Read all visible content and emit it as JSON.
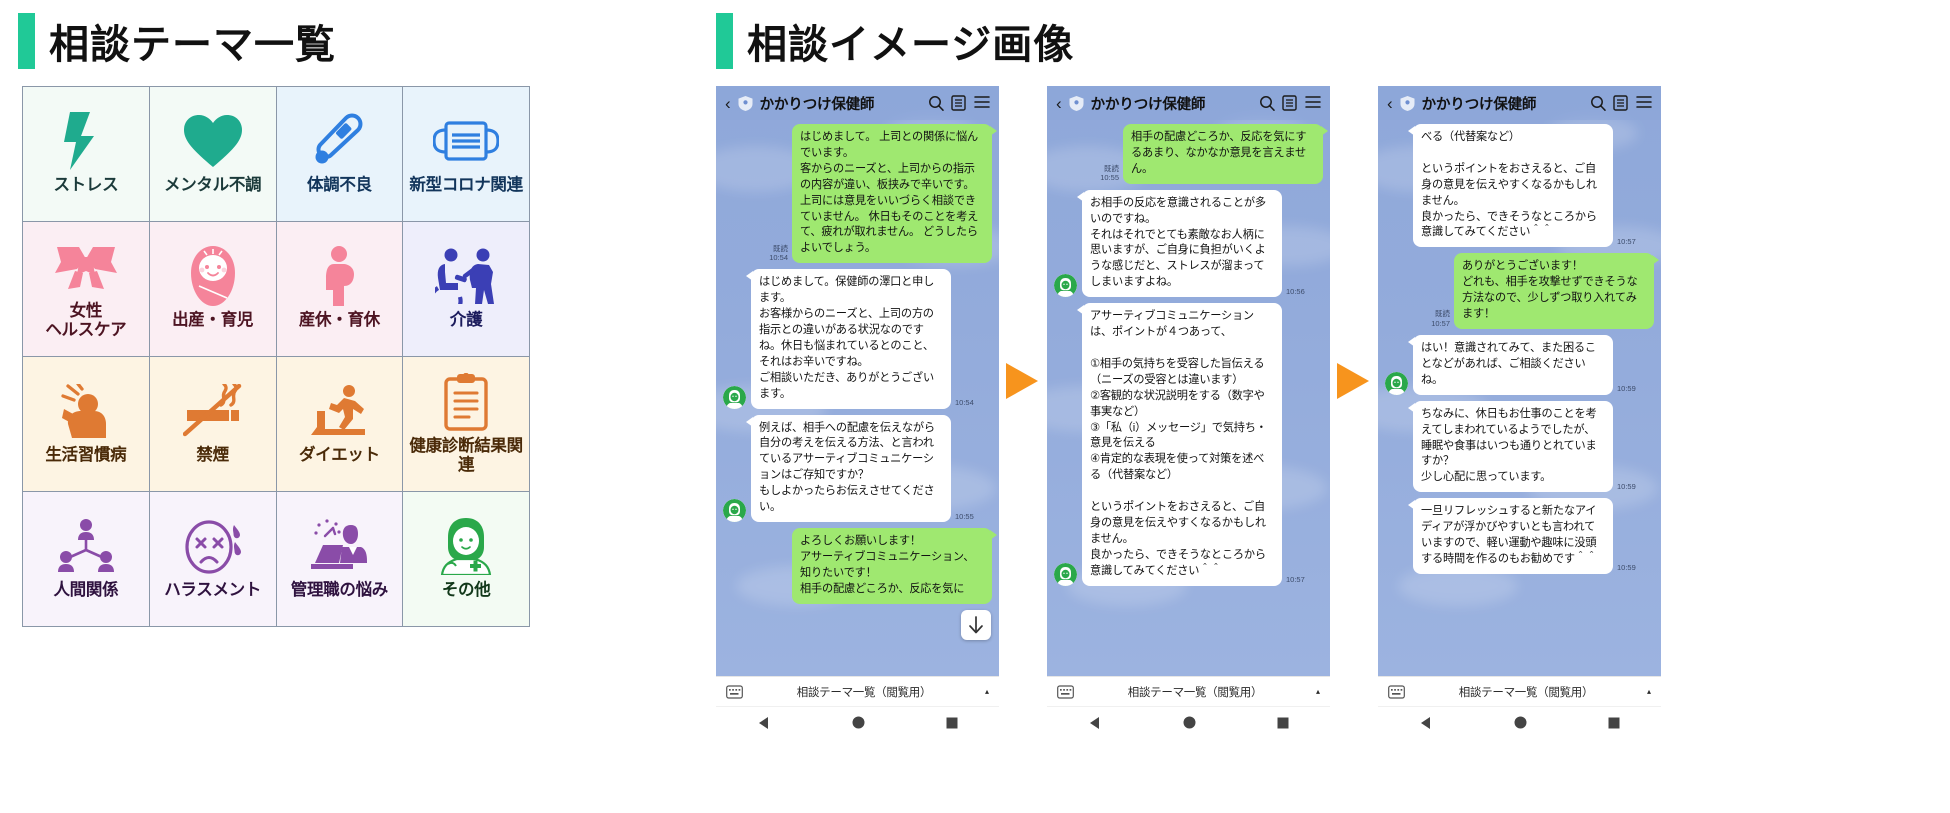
{
  "left": {
    "title": "相談テーマ一覧",
    "accent_color": "#20c997",
    "themes": [
      {
        "label": "ストレス",
        "icon": "lightning-bolt-icon",
        "color": "#1fab8e",
        "bg": "#f3faf6",
        "text_color": "#1b3a3a"
      },
      {
        "label": "メンタル不調",
        "icon": "heart-icon",
        "color": "#1fab8e",
        "bg": "#f3faf6",
        "text_color": "#1b3a3a"
      },
      {
        "label": "体調不良",
        "icon": "thermometer-icon",
        "color": "#2f7fe0",
        "bg": "#e8f3fb",
        "text_color": "#12355b"
      },
      {
        "label": "新型コロナ関連",
        "icon": "face-mask-icon",
        "color": "#2f7fe0",
        "bg": "#e8f3fb",
        "text_color": "#12355b"
      },
      {
        "label": "女性\nヘルスケア",
        "icon": "ribbon-icon",
        "color": "#f5849a",
        "bg": "#fbeef3",
        "text_color": "#4d1422"
      },
      {
        "label": "出産・育児",
        "icon": "baby-icon",
        "color": "#f5849a",
        "bg": "#fbeef3",
        "text_color": "#4d1422"
      },
      {
        "label": "産休・育休",
        "icon": "pregnant-person-icon",
        "color": "#f5849a",
        "bg": "#fbeef3",
        "text_color": "#4d1422"
      },
      {
        "label": "介護",
        "icon": "caregiving-wheelchair-icon",
        "color": "#3b3fb5",
        "bg": "#eeeefb",
        "text_color": "#1b1b5c"
      },
      {
        "label": "生活習慣病",
        "icon": "headache-person-icon",
        "color": "#df7a33",
        "bg": "#fdf4e3",
        "text_color": "#4a2a08"
      },
      {
        "label": "禁煙",
        "icon": "no-smoking-icon",
        "color": "#df7a33",
        "bg": "#fdf4e3",
        "text_color": "#4a2a08"
      },
      {
        "label": "ダイエット",
        "icon": "treadmill-icon",
        "color": "#df7a33",
        "bg": "#fdf4e3",
        "text_color": "#4a2a08"
      },
      {
        "label": "健康診断結果関連",
        "icon": "clipboard-icon",
        "color": "#df7a33",
        "bg": "#fdf4e3",
        "text_color": "#4a2a08"
      },
      {
        "label": "人間関係",
        "icon": "people-network-icon",
        "color": "#8a4ca8",
        "bg": "#f8f3fb",
        "text_color": "#2f123f"
      },
      {
        "label": "ハラスメント",
        "icon": "distressed-face-icon",
        "color": "#8a4ca8",
        "bg": "#f8f3fb",
        "text_color": "#2f123f"
      },
      {
        "label": "管理職の悩み",
        "icon": "manager-desk-icon",
        "color": "#8a4ca8",
        "bg": "#f8f3fb",
        "text_color": "#2f123f"
      },
      {
        "label": "その他",
        "icon": "nurse-icon",
        "color": "#2aa84a",
        "bg": "#f3fbf3",
        "text_color": "#12381a"
      }
    ]
  },
  "right": {
    "title": "相談イメージ画像",
    "accent_color": "#20c997",
    "chat_header": {
      "back": "‹",
      "title": "かかりつけ保健師",
      "search_icon": "search-icon",
      "note_icon": "note-icon",
      "menu_icon": "hamburger-menu-icon"
    },
    "footer": {
      "keyboard_icon": "keyboard-icon",
      "label": "相談テーマ一覧（閲覧用）",
      "caret": "▴"
    },
    "nav": {
      "back_icon": "nav-back-triangle-icon",
      "home_icon": "nav-home-circle-icon",
      "recents_icon": "nav-recents-square-icon"
    },
    "phones": [
      {
        "name": "phone-1",
        "messages": [
          {
            "side": "out",
            "style": "green",
            "read": "既読",
            "time": "10:54",
            "text": "はじめまして。 上司との関係に悩んでいます。\n客からのニーズと、上司からの指示の内容が違い、板挟みで辛いです。 上司には意見をいいづらく相談できていません。 休日もそのことを考えて、疲れが取れません。 どうしたらよいでしょう。"
          },
          {
            "side": "in",
            "style": "white",
            "avatar": true,
            "time": "10:54",
            "text": "はじめまして。保健師の澤口と申します。\nお客様からのニーズと、上司の方の指示との違いがある状況なのですね。休日も悩まれているとのこと、それはお辛いですね。\nご相談いただき、ありがとうございます。"
          },
          {
            "side": "in",
            "style": "white",
            "avatar": true,
            "time": "10:55",
            "text": "例えば、相手への配慮を伝えながら自分の考えを伝える方法、と言われているアサーティブコミュニケーションはご存知ですか？\nもしよかったらお伝えさせてください。"
          },
          {
            "side": "out",
            "style": "green",
            "read": "",
            "time": "",
            "text": "よろしくお願いします！\nアサーティブコミュニケーション、知りたいです！\n相手の配慮どころか、反応を気に"
          }
        ],
        "scroll_down_icon": "scroll-down-icon"
      },
      {
        "name": "phone-2",
        "messages": [
          {
            "side": "out",
            "style": "green",
            "read": "既読",
            "time": "10:55",
            "text": "相手の配慮どころか、反応を気にするあまり、なかなか意見を言えません。"
          },
          {
            "side": "in",
            "style": "white",
            "avatar": true,
            "time": "10:56",
            "text": "お相手の反応を意識されることが多いのですね。\nそれはそれでとても素敵なお人柄に思いますが、ご自身に負担がいくような感じだと、ストレスが溜まってしまいますよね。"
          },
          {
            "side": "in",
            "style": "white",
            "avatar": true,
            "time": "10:57",
            "text": "アサーティブコミュニケーションは、ポイントが４つあって、\n\n①相手の気持ちを受容した旨伝える（ニーズの受容とは違います）\n②客観的な状況説明をする（数字や事実など）\n③「私（i）メッセージ」で気持ち・意見を伝える\n④肯定的な表現を使って対策を述べる（代替案など）\n\nというポイントをおさえると、ご自身の意見を伝えやすくなるかもしれません。\n良かったら、できそうなところから意識してみてください＾＾"
          }
        ],
        "scroll_down_icon": ""
      },
      {
        "name": "phone-3",
        "messages": [
          {
            "side": "in",
            "style": "white",
            "avatar": false,
            "time": "10:57",
            "text": "べる（代替案など）\n\nというポイントをおさえると、ご自身の意見を伝えやすくなるかもしれません。\n良かったら、できそうなところから意識してみてください＾＾"
          },
          {
            "side": "out",
            "style": "green",
            "read": "既読",
            "time": "10:57",
            "text": "ありがとうございます！\nどれも、相手を攻撃せずできそうな方法なので、少しずつ取り入れてみます！"
          },
          {
            "side": "in",
            "style": "white",
            "avatar": true,
            "time": "10:59",
            "text": "はい！意識されてみて、また困ることなどがあれば、ご相談くださいね。"
          },
          {
            "side": "in",
            "style": "white",
            "avatar": false,
            "time": "10:59",
            "text": "ちなみに、休日もお仕事のことを考えてしまわれているようでしたが、睡眠や食事はいつも通りとれていますか？\n少し心配に思っています。"
          },
          {
            "side": "in",
            "style": "white",
            "avatar": false,
            "time": "10:59",
            "text": "一旦リフレッシュすると新たなアイディアが浮かびやすいとも言われていますので、軽い運動や趣味に没頭する時間を作るのもお勧めです＾＾"
          }
        ],
        "scroll_down_icon": ""
      }
    ],
    "separator_icon": "orange-right-arrow-icon",
    "separator_color": "#f7941d"
  }
}
